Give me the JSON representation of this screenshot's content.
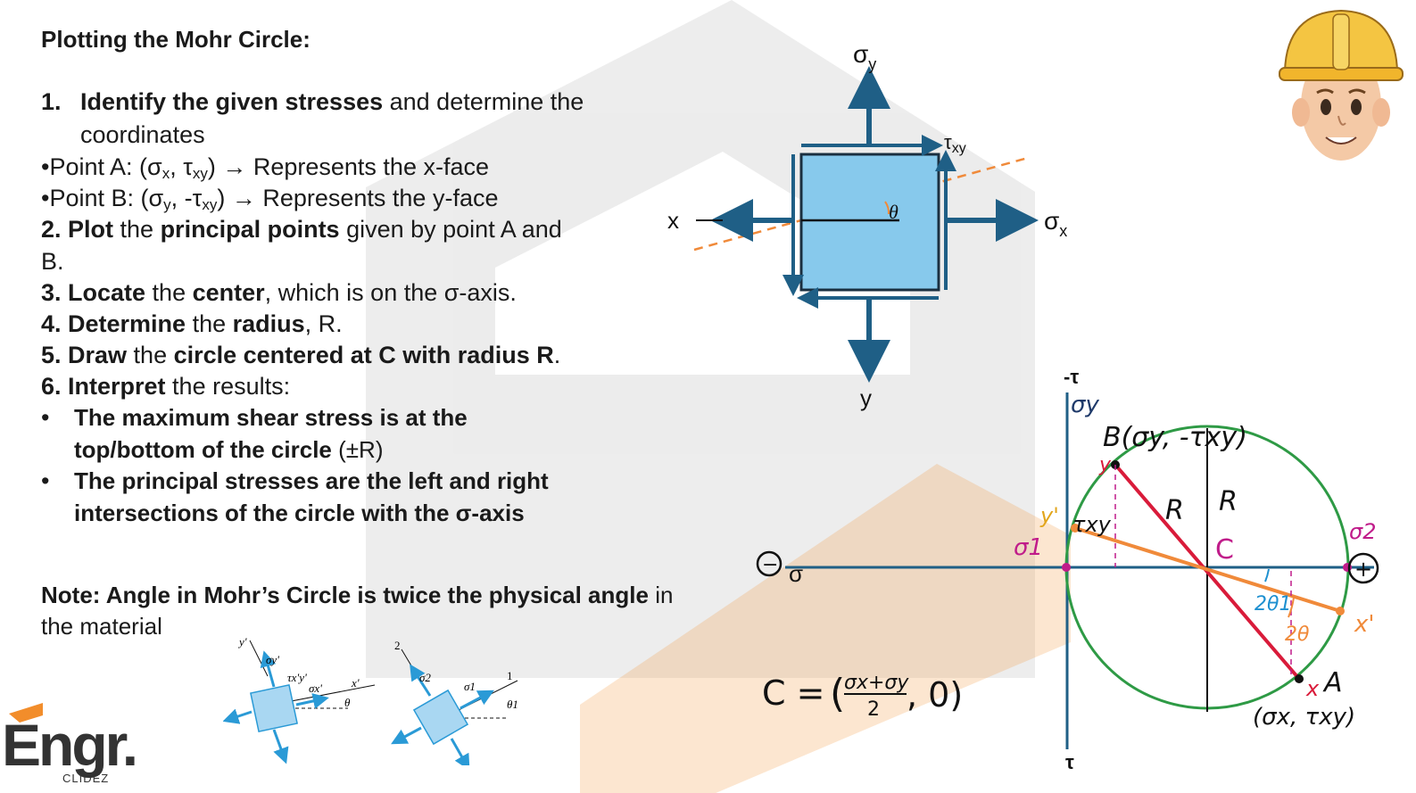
{
  "title": "Plotting the Mohr Circle:",
  "steps": {
    "s1_num": "1.",
    "s1_bold": "Identify the given stresses",
    "s1_rest": " and determine the",
    "s1_line2": "coordinates",
    "pa_prefix": "•Point A: (σ",
    "pa_s1": "x",
    "pa_mid": ", τ",
    "pa_s2": "xy",
    "pa_suffix": ") → Represents the x-face",
    "pb_prefix": "•Point B: (σ",
    "pb_s1": "y",
    "pb_mid": ", -τ",
    "pb_s2": "xy",
    "pb_suffix": ") → Represents the y-face",
    "s2_b1": "2. Plot",
    "s2_t1": " the ",
    "s2_b2": "principal points",
    "s2_t2": " given by point A and",
    "s2_line2": "B.",
    "s3_b1": "3. Locate",
    "s3_t1": " the ",
    "s3_b2": "center",
    "s3_t2": ", which is on the σ-axis.",
    "s4_b1": "4. Determine",
    "s4_t1": " the ",
    "s4_b2": "radius",
    "s4_t2": ", R.",
    "s5_b1": "5. Draw",
    "s5_t1": " the ",
    "s5_b2": "circle centered at C with radius R",
    "s5_t2": ".",
    "s6_b1": "6. Interpret",
    "s6_t1": " the results:",
    "bullet": "•",
    "b1_line1": "The maximum shear stress is at the",
    "b1_line2_bold": "top/bottom of the circle",
    "b1_line2_rest": " (±R)",
    "b2_line1": "The principal stresses are the left and right",
    "b2_line2": "intersections of the circle with the σ-axis",
    "note_bold": "Note: Angle in Mohr’s Circle is twice the physical angle",
    "note_rest": " in",
    "note_line2": "the material"
  },
  "element": {
    "sigma_y": "σ",
    "sigma_y_sub": "y",
    "sigma_x": "σ",
    "sigma_x_sub": "x",
    "tau_xy": "τ",
    "tau_xy_sub": "xy",
    "x_label": "x",
    "y_label": "y",
    "theta": "θ"
  },
  "mohr": {
    "neg_tau": "-τ",
    "tau": "τ",
    "sigma": "σ",
    "minus": "−",
    "plus": "+",
    "sigma_y_axis": "σy",
    "point_b": "B(σy, -τxy)",
    "y_mark": "y",
    "r1": "R",
    "r2": "R",
    "y_prime": "y'",
    "sigma1": "σ1",
    "tau_xy": "τxy",
    "c": "C",
    "sigma2": "σ2",
    "two_theta1": "2θ1",
    "two_theta": "2θ",
    "x_prime": "x'",
    "x_mark": "x",
    "a": "A",
    "a_coords": "(σx, τxy)",
    "formula_c": "C =",
    "formula_num": "σx+σy",
    "formula_den": "2",
    "formula_zero": ", 0)",
    "formula_open": "("
  },
  "small_figs": {
    "y_prime": "y'",
    "sigma_yp": "σy'",
    "tau_xpyp": "τx'y'",
    "sigma_xp": "σx'",
    "x_prime": "x'",
    "theta": "θ",
    "two": "2",
    "sigma2": "σ2",
    "sigma1": "σ1",
    "one": "1",
    "theta1": "θ1"
  },
  "brand": {
    "logo": "Engr.",
    "sub": "CLIDEZ"
  },
  "colors": {
    "element_fill": "#87c9ec",
    "arrow": "#1f5f86",
    "orange": "#f08a3a",
    "green": "#2e9a45",
    "red": "#d91b3a",
    "magenta": "#c01c8a",
    "axis": "#1f5f86"
  }
}
